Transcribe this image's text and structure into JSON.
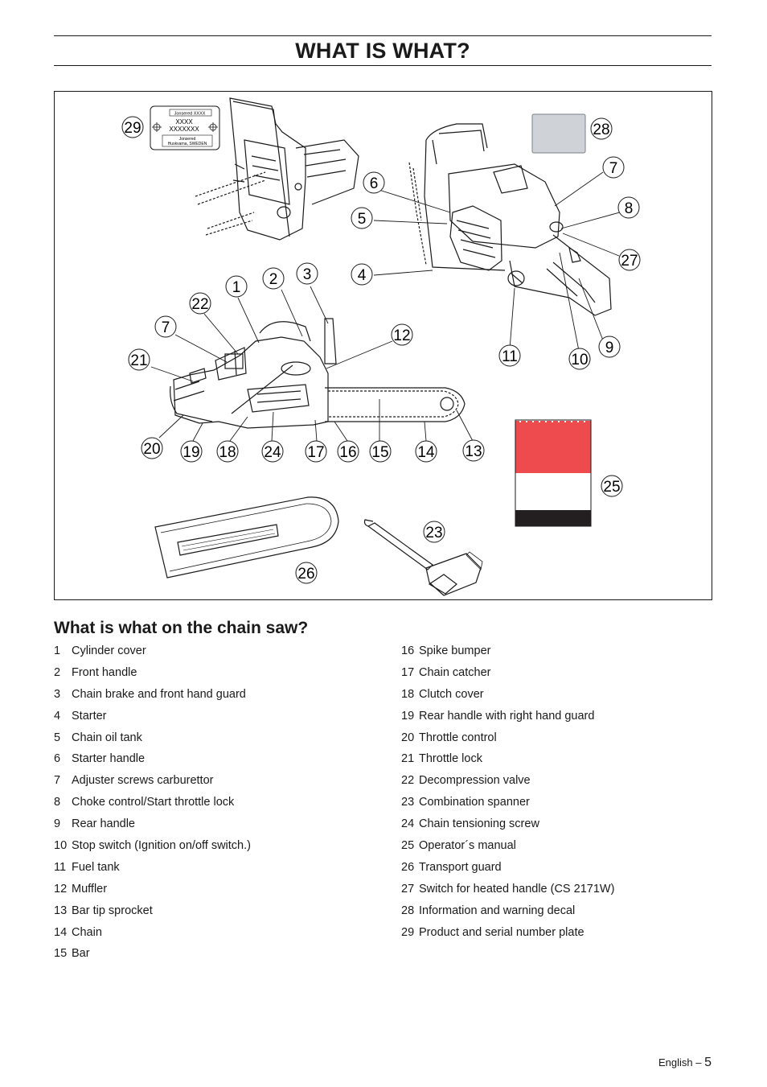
{
  "page": {
    "title": "WHAT IS WHAT?",
    "section_title": "What is what on the chain saw?",
    "footer_language": "English",
    "footer_dash": "–",
    "footer_page": "5"
  },
  "figure": {
    "plate": {
      "line1": "Jonsered XXXX",
      "line2": "XXXX",
      "line3": "XXXXXXX",
      "line4": "Jonsered",
      "line5": "Huskvarna, SWEDEN"
    },
    "callouts": [
      "29",
      "28",
      "7",
      "6",
      "8",
      "5",
      "27",
      "4",
      "3",
      "2",
      "1",
      "22",
      "7",
      "12",
      "21",
      "11",
      "10",
      "9",
      "20",
      "19",
      "18",
      "24",
      "17",
      "16",
      "15",
      "14",
      "13",
      "25",
      "23",
      "26"
    ],
    "manual_colors": {
      "top": "#ee4b4f",
      "middle": "#ffffff",
      "bottom": "#231f20"
    },
    "decal_color": "#cfd3d8"
  },
  "parts_left": [
    {
      "num": "1",
      "label": "Cylinder cover"
    },
    {
      "num": "2",
      "label": "Front handle"
    },
    {
      "num": "3",
      "label": "Chain brake and front hand guard"
    },
    {
      "num": "4",
      "label": "Starter"
    },
    {
      "num": "5",
      "label": "Chain oil tank"
    },
    {
      "num": "6",
      "label": "Starter handle"
    },
    {
      "num": "7",
      "label": "Adjuster screws carburettor"
    },
    {
      "num": "8",
      "label": "Choke control/Start throttle lock"
    },
    {
      "num": "9",
      "label": "Rear handle"
    },
    {
      "num": "10",
      "label": "Stop switch (Ignition on/off switch.)"
    },
    {
      "num": "11",
      "label": "Fuel tank"
    },
    {
      "num": "12",
      "label": "Muffler"
    },
    {
      "num": "13",
      "label": "Bar tip sprocket"
    },
    {
      "num": "14",
      "label": "Chain"
    },
    {
      "num": "15",
      "label": "Bar"
    }
  ],
  "parts_right": [
    {
      "num": "16",
      "label": "Spike bumper"
    },
    {
      "num": "17",
      "label": "Chain catcher"
    },
    {
      "num": "18",
      "label": "Clutch cover"
    },
    {
      "num": "19",
      "label": "Rear handle with right hand guard"
    },
    {
      "num": "20",
      "label": "Throttle control"
    },
    {
      "num": "21",
      "label": "Throttle lock"
    },
    {
      "num": "22",
      "label": "Decompression valve"
    },
    {
      "num": "23",
      "label": "Combination spanner"
    },
    {
      "num": "24",
      "label": "Chain tensioning screw"
    },
    {
      "num": "25",
      "label": "Operator´s manual"
    },
    {
      "num": "26",
      "label": "Transport guard"
    },
    {
      "num": "27",
      "label": "Switch for heated handle (CS 2171W)"
    },
    {
      "num": "28",
      "label": "Information and warning decal"
    },
    {
      "num": "29",
      "label": "Product and serial number plate"
    }
  ]
}
